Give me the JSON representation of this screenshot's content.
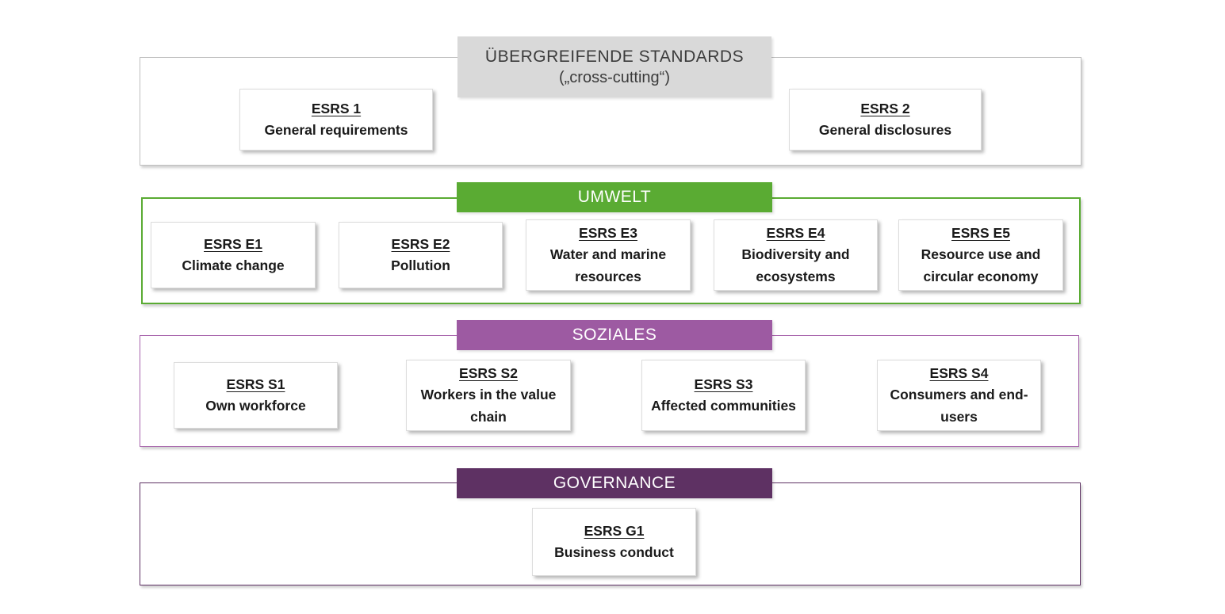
{
  "page": {
    "background": "#ffffff"
  },
  "sections": [
    {
      "id": "cross-cutting",
      "header": {
        "line1": "ÜBERGREIFENDE STANDARDS",
        "line2": "(„cross-cutting“)",
        "bg": "#d9d9d9",
        "text_color": "#3b3b3b"
      },
      "border_color": "#bfbfbf",
      "cards": [
        {
          "code": "ESRS 1",
          "name": "General requirements"
        },
        {
          "code": "ESRS 2",
          "name": "General disclosures"
        }
      ]
    },
    {
      "id": "umwelt",
      "header": {
        "label": "UMWELT",
        "bg": "#5aab33",
        "text_color": "#ffffff"
      },
      "border_color": "#5aab33",
      "cards": [
        {
          "code": "ESRS E1",
          "name": "Climate change"
        },
        {
          "code": "ESRS E2",
          "name": "Pollution"
        },
        {
          "code": "ESRS E3",
          "name": "Water and marine resources"
        },
        {
          "code": "ESRS E4",
          "name": "Biodiversity and ecosystems"
        },
        {
          "code": "ESRS E5",
          "name": "Resource use and circular economy"
        }
      ]
    },
    {
      "id": "soziales",
      "header": {
        "label": "SOZIALES",
        "bg": "#9d5aa2",
        "text_color": "#ffffff"
      },
      "border_color": "#a966ad",
      "cards": [
        {
          "code": "ESRS S1",
          "name": "Own workforce"
        },
        {
          "code": "ESRS S2",
          "name": "Workers in the value chain"
        },
        {
          "code": "ESRS S3",
          "name": "Affected communities"
        },
        {
          "code": "ESRS S4",
          "name": "Consumers and end-users"
        }
      ]
    },
    {
      "id": "governance",
      "header": {
        "label": "GOVERNANCE",
        "bg": "#5e3163",
        "text_color": "#ffffff"
      },
      "border_color": "#5e3163",
      "cards": [
        {
          "code": "ESRS G1",
          "name": "Business conduct"
        }
      ]
    }
  ]
}
